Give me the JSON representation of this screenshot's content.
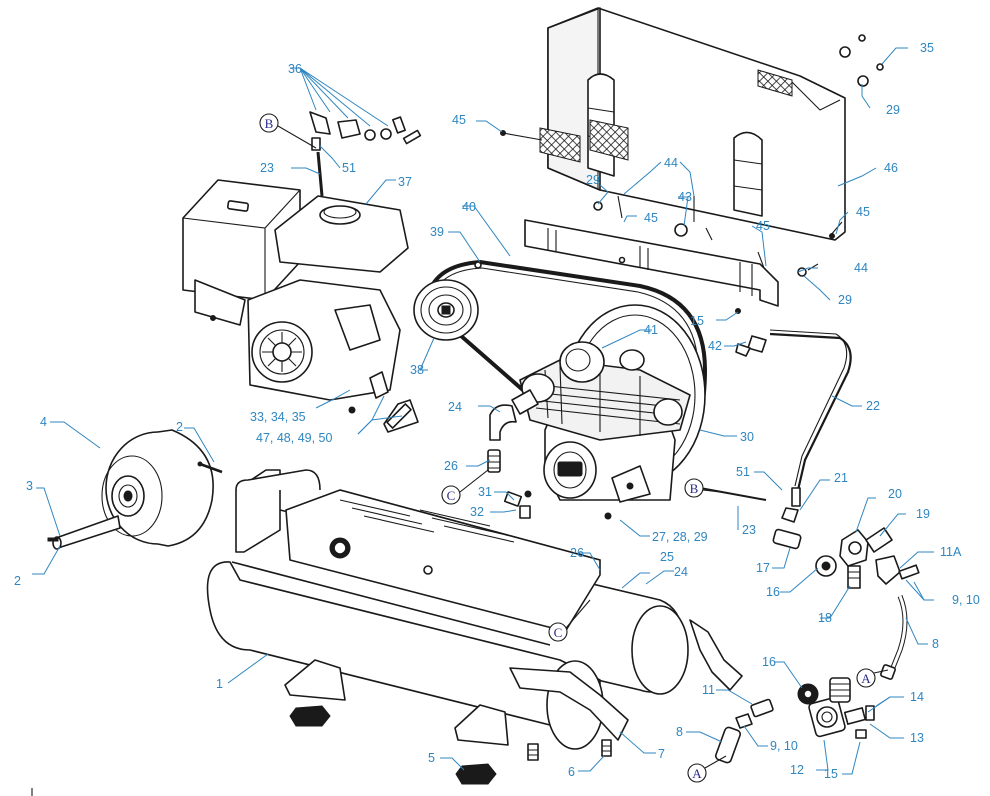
{
  "callouts": {
    "c1": "1",
    "c2a": "2",
    "c2b": "2",
    "c3": "3",
    "c4": "4",
    "c5": "5",
    "c6": "6",
    "c7": "7",
    "c8a": "8",
    "c8b": "8",
    "c910a": "9, 10",
    "c910b": "9, 10",
    "c11": "11",
    "c11a": "11A",
    "c12": "12",
    "c13": "13",
    "c14": "14",
    "c15a": "15",
    "c15b": "15",
    "c16a": "16",
    "c16b": "16",
    "c17": "17",
    "c18": "18",
    "c19": "19",
    "c20": "20",
    "c21": "21",
    "c22": "22",
    "c23a": "23",
    "c23b": "23",
    "c24a": "24",
    "c24b": "24",
    "c25": "25",
    "c26a": "26",
    "c26b": "26",
    "c272829": "27, 28, 29",
    "c29a": "29",
    "c29b": "29",
    "c29c": "29",
    "c30": "30",
    "c31": "31",
    "c32": "32",
    "c333435": "33, 34, 35",
    "c35": "35",
    "c36": "36",
    "c37": "37",
    "c38": "38",
    "c39": "39",
    "c40": "40",
    "c41": "41",
    "c42": "42",
    "c43": "43",
    "c44a": "44",
    "c44b": "44",
    "c45a": "45",
    "c45b": "45",
    "c45c": "45",
    "c45d": "45",
    "c46": "46",
    "c47484950": "47, 48, 49, 50",
    "c51a": "51",
    "c51b": "51"
  },
  "connectors": {
    "a1": "A",
    "a2": "A",
    "b1": "B",
    "b2": "B",
    "c1": "C",
    "c2": "C"
  },
  "colors": {
    "callout": "#2f86c0",
    "connector_letter": "#2a2a8a",
    "line_art": "#1a1a1a"
  }
}
